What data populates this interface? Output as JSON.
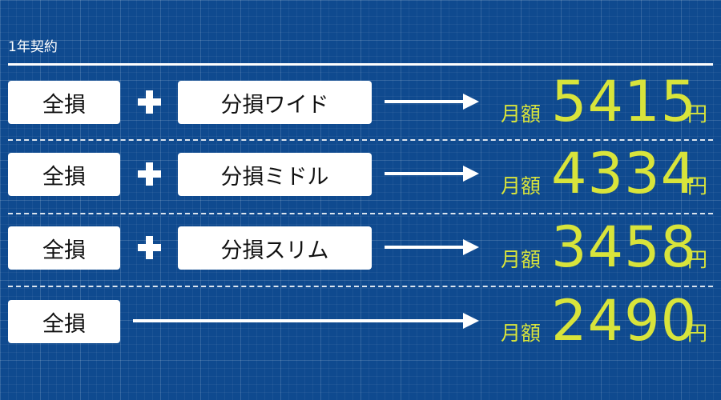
{
  "heading": "1年契約",
  "plans": [
    {
      "base": "全損",
      "plus": "+",
      "addon": "分損ワイド",
      "monthly_label": "月額",
      "price": "5415",
      "unit": "円"
    },
    {
      "base": "全損",
      "plus": "+",
      "addon": "分損ミドル",
      "monthly_label": "月額",
      "price": "4334",
      "unit": "円"
    },
    {
      "base": "全損",
      "plus": "+",
      "addon": "分損スリム",
      "monthly_label": "月額",
      "price": "3458",
      "unit": "円"
    },
    {
      "base": "全損",
      "monthly_label": "月額",
      "price": "2490",
      "unit": "円"
    }
  ],
  "colors": {
    "background": "#0f4a8f",
    "price_accent": "#d8e43b",
    "box": "#ffffff"
  }
}
